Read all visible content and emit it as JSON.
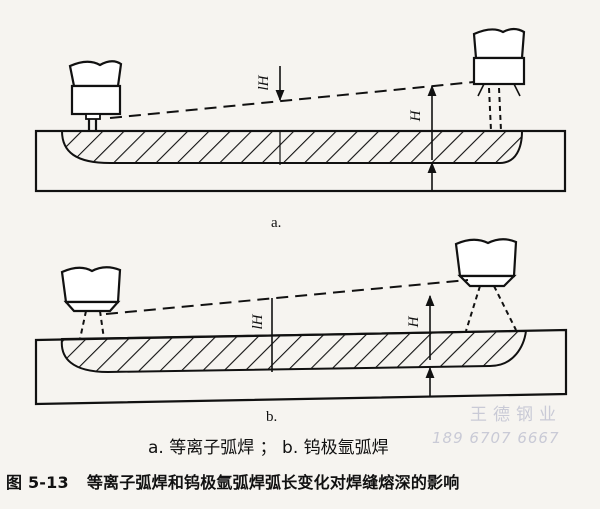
{
  "figure": {
    "panel_a": {
      "label": "a.",
      "left_dimension": "lH",
      "right_dimension": "H"
    },
    "panel_b": {
      "label": "b.",
      "left_dimension": "lH",
      "right_dimension": "H"
    },
    "legend": "a. 等离子弧焊 ； b. 钨极氩弧焊",
    "caption_number": "图 5-13",
    "caption_title": "等离子弧焊和钨极氩弧焊弧长变化对焊缝熔深的影响",
    "watermark_brand": "王德钢业",
    "watermark_phone": "189 6707 6667"
  },
  "colors": {
    "ink": "#111111",
    "paper": "#f6f4f0",
    "watermark": "#c9cad6"
  }
}
